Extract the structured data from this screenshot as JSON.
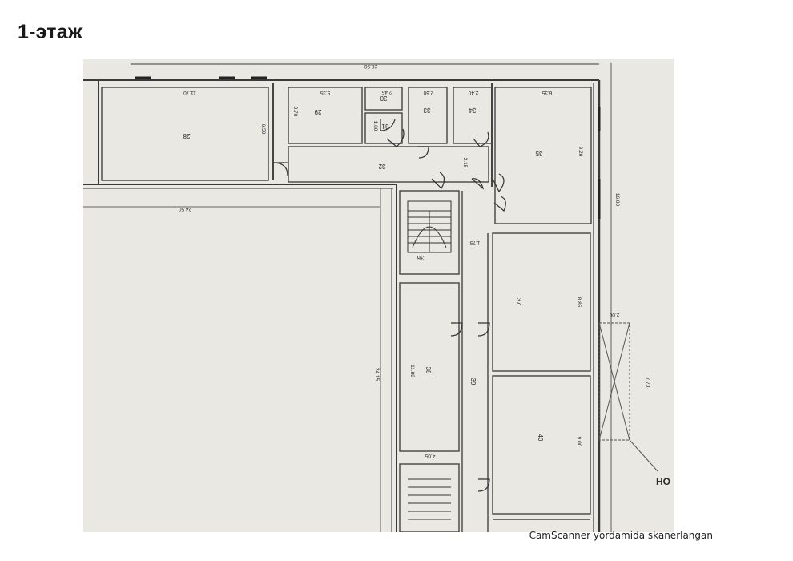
{
  "page": {
    "title": "1-этаж",
    "footer": "CamScanner yordamida skanerlangan"
  },
  "plan": {
    "colors": {
      "paper": "#e9e8e3",
      "wall": "#3a3a3a",
      "line": "#555555"
    },
    "rooms": {
      "r28": "28",
      "r29": "29",
      "r30": "30",
      "r31": "31",
      "r32": "32",
      "r33": "33",
      "r34": "34",
      "r35": "35",
      "r36": "36",
      "r37": "37",
      "r38": "38",
      "r39": "39",
      "r40": "40"
    },
    "dimensions": {
      "top_total": "28.90",
      "room28_width": "11.70",
      "room28_height": "6.50",
      "room29_width": "5.35",
      "room29_height": "3.70",
      "room30_width": "2.45",
      "room31_height": "1.80",
      "room33_width": "2.60",
      "room34_width": "2.40",
      "room35_width": "6.35",
      "room35_height": "9.20",
      "corridor_width": "2.15",
      "right_total": "16.00",
      "hall_width": "24.50",
      "hall_height": "24.15",
      "stair_gap": "1.75",
      "room37_height": "8.85",
      "room38_height": "11.80",
      "room40_height": "9.00",
      "bottom_stair_width": "4.05",
      "ramp_width": "2.00",
      "ramp_length": "7.70"
    },
    "edge_label": "НО"
  }
}
